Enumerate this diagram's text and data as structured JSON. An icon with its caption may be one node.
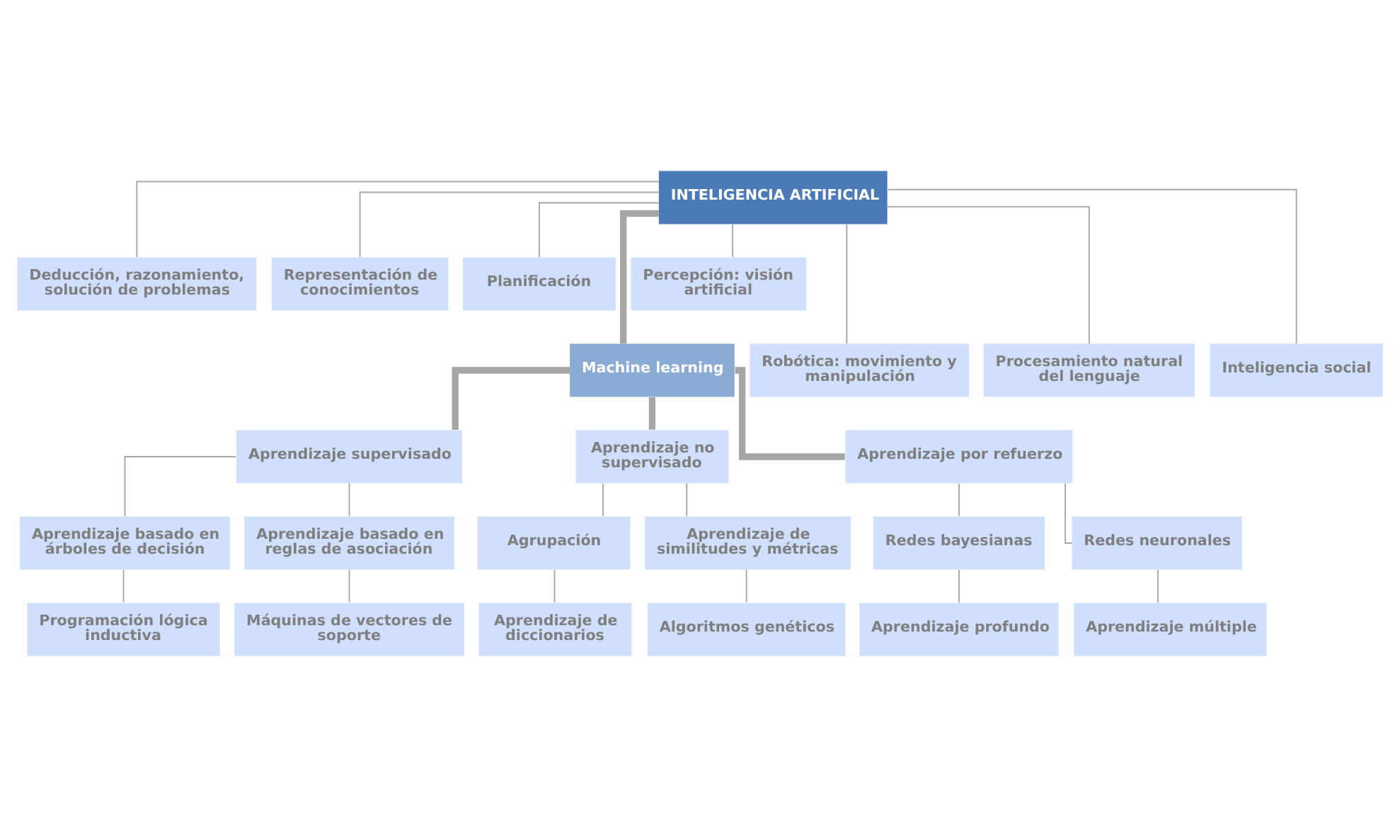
{
  "diagram": {
    "nodes": [
      {
        "text": [
          "INTELIGENCIA ARTIFICIAL"
        ]
      },
      {
        "text": [
          "Deducción, razonamiento, solución de problemas"
        ]
      },
      {
        "text": [
          "Representación de conocimientos"
        ]
      },
      {
        "text": [
          "Planificación"
        ]
      },
      {
        "text": [
          "Percepción: visión artificial"
        ]
      },
      {
        "text": [
          "Machine learning"
        ]
      },
      {
        "text": [
          "Robótica: movimiento y manipulación"
        ]
      },
      {
        "text": [
          "Procesamiento natural del lenguaje"
        ]
      },
      {
        "text": [
          "Inteligencia social"
        ]
      },
      {
        "text": [
          "Aprendizaje supervisado"
        ]
      },
      {
        "text": [
          "Aprendizaje no supervisado"
        ]
      },
      {
        "text": [
          "Aprendizaje por refuerzo"
        ]
      },
      {
        "text": [
          "Aprendizaje basado en árboles de decisión"
        ]
      },
      {
        "text": [
          "Aprendizaje basado en reglas de asociación"
        ]
      },
      {
        "text": [
          "Agrupación"
        ]
      },
      {
        "text": [
          "Aprendizaje de similitudes y métricas"
        ]
      },
      {
        "text": [
          "Redes bayesianas"
        ]
      },
      {
        "text": [
          "Redes neuronales"
        ]
      },
      {
        "text": [
          "Programación lógica inductiva"
        ]
      },
      {
        "text": [
          "Máquinas de vectores de soporte"
        ]
      },
      {
        "text": [
          "Aprendizaje de diccionarios"
        ]
      },
      {
        "text": [
          "Algoritmos genéticos"
        ]
      },
      {
        "text": [
          "Aprendizaje profundo"
        ]
      },
      {
        "text": [
          "Aprendizaje múltiple"
        ]
      }
    ],
    "edges": [
      {
        "from": 0,
        "to": 1,
        "arrow": "none"
      },
      {
        "from": 0,
        "to": 2,
        "arrow": "none"
      },
      {
        "from": 0,
        "to": 3,
        "arrow": "none"
      },
      {
        "from": 0,
        "to": 4,
        "arrow": "none"
      },
      {
        "from": 0,
        "to": 5,
        "arrow": "none",
        "style": "thick"
      },
      {
        "from": 0,
        "to": 6,
        "arrow": "none"
      },
      {
        "from": 0,
        "to": 7,
        "arrow": "none"
      },
      {
        "from": 0,
        "to": 8,
        "arrow": "none"
      },
      {
        "from": 5,
        "to": 9,
        "arrow": "none",
        "style": "thick"
      },
      {
        "from": 5,
        "to": 10,
        "arrow": "none",
        "style": "thick"
      },
      {
        "from": 5,
        "to": 11,
        "arrow": "none",
        "style": "thick"
      },
      {
        "from": 9,
        "to": 12,
        "arrow": "none"
      },
      {
        "from": 9,
        "to": 13,
        "arrow": "none"
      },
      {
        "from": 10,
        "to": 14,
        "arrow": "none"
      },
      {
        "from": 10,
        "to": 15,
        "arrow": "none"
      },
      {
        "from": 11,
        "to": 16,
        "arrow": "none"
      },
      {
        "from": 11,
        "to": 17,
        "arrow": "none"
      },
      {
        "from": 12,
        "to": 18,
        "arrow": "none"
      },
      {
        "from": 13,
        "to": 19,
        "arrow": "none"
      },
      {
        "from": 14,
        "to": 20,
        "arrow": "none"
      },
      {
        "from": 15,
        "to": 21,
        "arrow": "none"
      },
      {
        "from": 16,
        "to": 22,
        "arrow": "none"
      },
      {
        "from": 17,
        "to": 23,
        "arrow": "none"
      }
    ]
  }
}
